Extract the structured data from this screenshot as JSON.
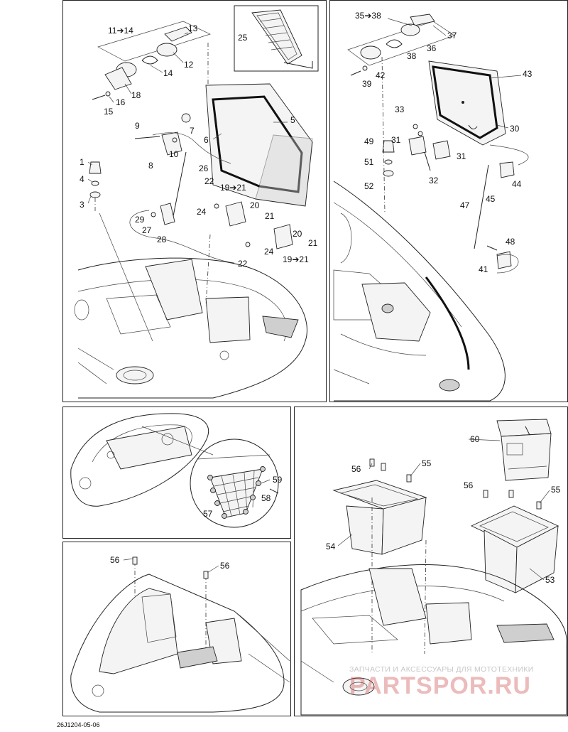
{
  "labels": {
    "l_11_14": "11➔14",
    "l_13": "13",
    "l_12": "12",
    "l_14": "14",
    "l_18": "18",
    "l_16": "16",
    "l_15": "15",
    "l_25": "25",
    "l_5": "5",
    "l_6": "6",
    "l_7": "7",
    "l_9": "9",
    "l_8": "8",
    "l_10": "10",
    "l_26": "26",
    "l_1": "1",
    "l_4": "4",
    "l_3": "3",
    "l_22a": "22",
    "l_24a": "24",
    "l_19_21a": "19➔21",
    "l_20a": "20",
    "l_21a": "21",
    "l_29": "29",
    "l_27": "27",
    "l_28": "28",
    "l_20b": "20",
    "l_24b": "24",
    "l_21b": "21",
    "l_22b": "22",
    "l_19_21b": "19➔21",
    "l_35_38": "35➔38",
    "l_37": "37",
    "l_36": "36",
    "l_38": "38",
    "l_42": "42",
    "l_39": "39",
    "l_43": "43",
    "l_30": "30",
    "l_33": "33",
    "l_49": "49",
    "l_31a": "31",
    "l_31b": "31",
    "l_51": "51",
    "l_32": "32",
    "l_52": "52",
    "l_44": "44",
    "l_45": "45",
    "l_47": "47",
    "l_48": "48",
    "l_41": "41",
    "l_59": "59",
    "l_58": "58",
    "l_57": "57",
    "l_60": "60",
    "l_56a": "56",
    "l_55a": "55",
    "l_56b": "56",
    "l_55b": "55",
    "l_54": "54",
    "l_53": "53",
    "l_56c": "56",
    "l_56d": "56"
  },
  "footer_code": "26J1204-05-06",
  "watermark": {
    "tagline": "ЗАПЧАСТИ И АКСЕССУАРЫ ДЛЯ МОТОТЕХНИКИ",
    "site": "PARTSPOR.RU"
  }
}
